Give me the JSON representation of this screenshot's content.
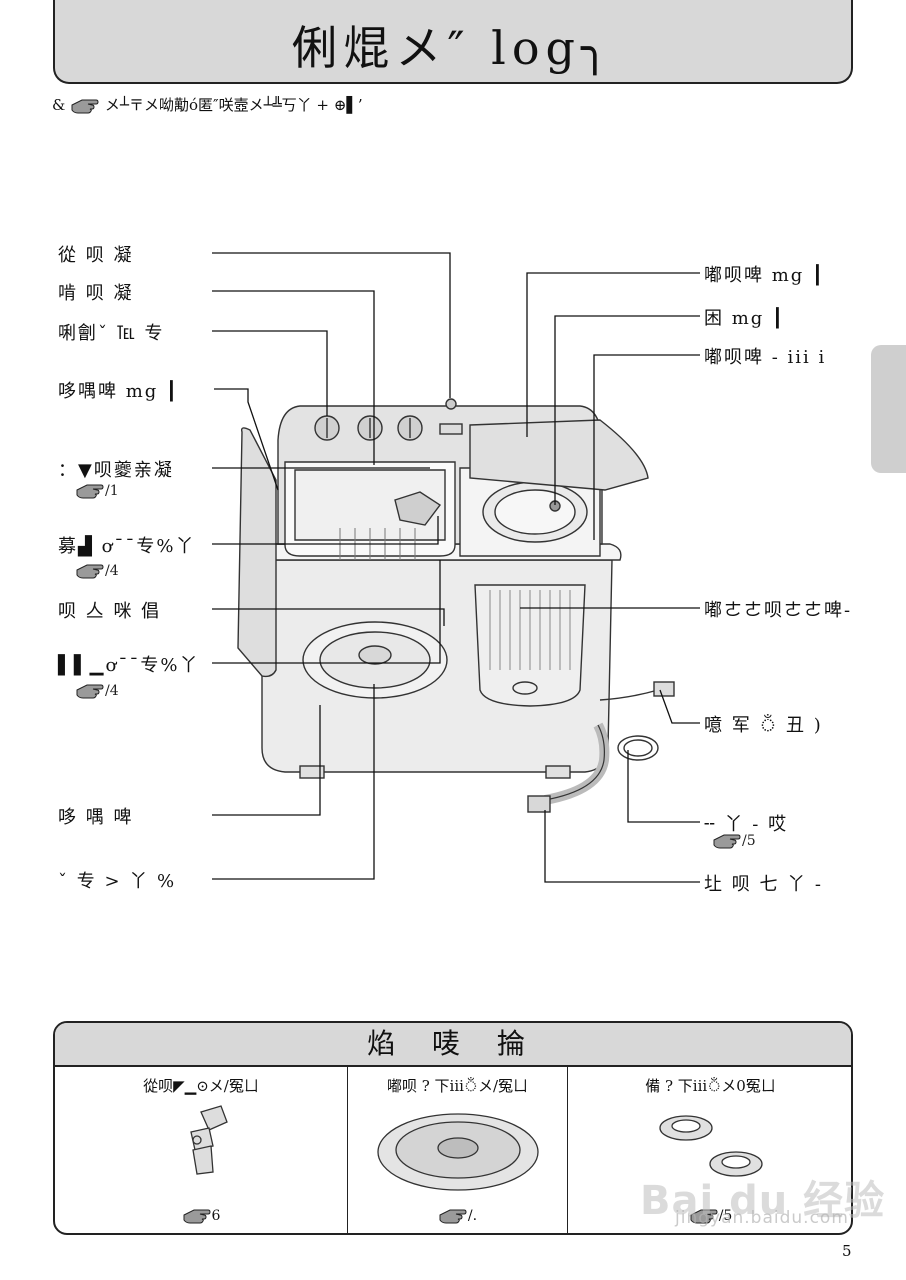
{
  "header": {
    "title": "俐焜メ″ log╮"
  },
  "subtitle": {
    "prefix": "&",
    "text": "メ┴〒メ呦勱ό匿″咲壼メ┴╩丂丫 + ⊕▌’"
  },
  "labels_left": [
    {
      "text": "從 呗 凝",
      "ref": ""
    },
    {
      "text": "啃 呗 凝",
      "ref": ""
    },
    {
      "text": "唎劊ˇ ℡ 专",
      "ref": ""
    },
    {
      "text": "哆喁啤 mg ┃",
      "ref": ""
    },
    {
      "text": "：▼呗夔亲凝",
      "ref": "/1"
    },
    {
      "text": "募▟ ơ¯¯专%丫",
      "ref": "/4"
    },
    {
      "text": "呗 亼 咪 倡",
      "ref": ""
    },
    {
      "text": "▌▌▁ơ¯¯专%丫",
      "ref": "/4"
    },
    {
      "text": "哆 喁 啤",
      "ref": ""
    },
    {
      "text": "ˇ 专 > 丫 %",
      "ref": ""
    }
  ],
  "labels_right": [
    {
      "text": "嘟呗啤 mg ┃",
      "ref": ""
    },
    {
      "text": "困 mg ┃",
      "ref": ""
    },
    {
      "text": "嘟呗啤 - iii i",
      "ref": ""
    },
    {
      "text": "嘟ㄜㄜ呗ㄜㄜ啤-",
      "ref": ""
    },
    {
      "text": "噫 军 ঁ 丑 )",
      "ref": ""
    },
    {
      "text": "╌ 丫 - 哎",
      "ref": "/5"
    },
    {
      "text": "圵 呗 七 丫 -",
      "ref": ""
    }
  ],
  "accessories": {
    "title": "焰 唛 掄",
    "items": [
      {
        "name": "從呗◤▁⊙メ/冤ㄩ",
        "ref": "6"
      },
      {
        "name": "嘟呗 ? 下iiiঁメ/冤ㄩ",
        "ref": "/."
      },
      {
        "name": "備 ? 下iiiঁメ0冤ㄩ",
        "ref": "/5"
      }
    ]
  },
  "watermark": {
    "brand": "Bai du 经验",
    "url": "jingyan.baidu.com"
  },
  "page_number": "5"
}
